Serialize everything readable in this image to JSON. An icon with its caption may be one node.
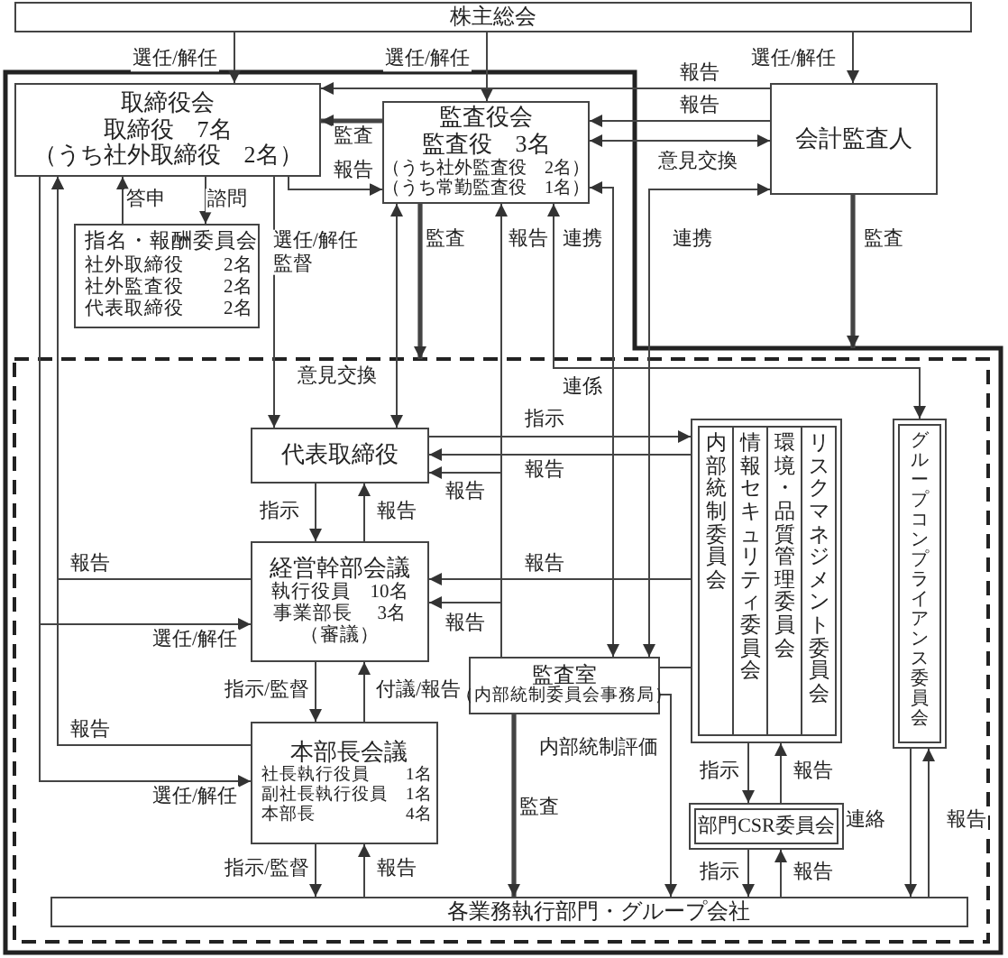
{
  "diagram": {
    "nodes": [
      {
        "text": [
          "株主総会"
        ]
      },
      {
        "text": [
          "取締役会",
          "取締役　7名",
          "（うち社外取締役　2名）"
        ]
      },
      {
        "text": [
          "監査役会",
          "監査役　3名",
          "（うち社外監査役　2名）",
          "（うち常勤監査役　1名）"
        ]
      },
      {
        "text": [
          "会計監査人"
        ]
      },
      {
        "text": [
          "指名・報酬委員会",
          "社外取締役　　2名",
          "社外監査役　　2名",
          "代表取締役　　2名"
        ]
      },
      {
        "text": [
          "代表取締役"
        ]
      },
      {
        "text": [
          "経営幹部会議",
          "執行役員　10名",
          "事業部長　 3名",
          "（審議）"
        ]
      },
      {
        "text": [
          "監査室",
          "（内部統制委員会事務局）"
        ]
      },
      {
        "text": [
          "本部長会議",
          "社長執行役員　　1名",
          "副社長執行役員　1名",
          "本部長　　　　　4名"
        ]
      },
      {
        "text": [],
        "shape": "box"
      },
      {
        "text": [
          "内部統制委員会"
        ],
        "in": 9
      },
      {
        "text": [
          "情報セキュリティ委員会"
        ],
        "in": 9
      },
      {
        "text": [
          "環境・品質管理委員会"
        ],
        "in": 9
      },
      {
        "text": [
          "リスクマネジメント委員会"
        ],
        "in": 9
      },
      {
        "text": [
          "グループコンプライアンス委員会"
        ]
      },
      {
        "text": [
          "部門CSR委員会"
        ]
      },
      {
        "text": [
          "各業務執行部門・グループ会社"
        ]
      }
    ],
    "edges": [
      {
        "from": 0,
        "to": 1,
        "arrow": "to",
        "label": "選任/解任"
      },
      {
        "from": 0,
        "to": 2,
        "arrow": "to",
        "label": "選任/解任"
      },
      {
        "from": 0,
        "to": 3,
        "arrow": "to",
        "label": "選任/解任"
      },
      {
        "from": 3,
        "to": 1,
        "arrow": "to",
        "label": "報告"
      },
      {
        "from": 2,
        "to": 1,
        "arrow": "to",
        "label": "監査",
        "style": "thick"
      },
      {
        "from": 1,
        "to": 2,
        "arrow": "to",
        "label": "報告"
      },
      {
        "from": 3,
        "to": 2,
        "arrow": "to",
        "label": "報告"
      },
      {
        "from": 2,
        "to": 3,
        "arrow": "both",
        "label": "意見交換"
      },
      {
        "from": 1,
        "to": 4,
        "arrow": "to",
        "label": "諮問"
      },
      {
        "from": 4,
        "to": 1,
        "arrow": "to",
        "label": "答申"
      },
      {
        "from": 1,
        "to": 5,
        "arrow": "to",
        "label": "選任/解任監督"
      },
      {
        "from": 2,
        "to": 5,
        "arrow": "both",
        "label": "意見交換"
      },
      {
        "from": 2,
        "to": null,
        "arrow": "to",
        "label": "監査",
        "style": "thick"
      },
      {
        "from": 7,
        "to": 2,
        "arrow": "to",
        "label": "報告"
      },
      {
        "from": 7,
        "to": 5,
        "arrow": "to",
        "label": "報告"
      },
      {
        "from": 7,
        "to": 6,
        "arrow": "to",
        "label": "報告"
      },
      {
        "from": 2,
        "to": 7,
        "arrow": "both",
        "label": "連携"
      },
      {
        "from": 3,
        "to": 7,
        "arrow": "both",
        "label": "連携"
      },
      {
        "from": 2,
        "to": 14,
        "arrow": "both",
        "label": "連係"
      },
      {
        "from": 5,
        "to": 9,
        "arrow": "to",
        "label": "指示"
      },
      {
        "from": 9,
        "to": 5,
        "arrow": "to",
        "label": "報告"
      },
      {
        "from": 9,
        "to": 6,
        "arrow": "to",
        "label": "報告"
      },
      {
        "from": 5,
        "to": 6,
        "arrow": "to",
        "label": "指示"
      },
      {
        "from": 6,
        "to": 5,
        "arrow": "to",
        "label": "報告"
      },
      {
        "from": 6,
        "to": 8,
        "arrow": "to",
        "label": "指示/監督"
      },
      {
        "from": 8,
        "to": 6,
        "arrow": "to",
        "label": "付議/報告"
      },
      {
        "from": 8,
        "to": 16,
        "arrow": "to",
        "label": "指示/監督"
      },
      {
        "from": 16,
        "to": 8,
        "arrow": "to",
        "label": "報告"
      },
      {
        "from": 1,
        "to": 6,
        "arrow": "to",
        "label": "選任/解任"
      },
      {
        "from": 1,
        "to": 8,
        "arrow": "to",
        "label": "選任/解任"
      },
      {
        "from": 6,
        "to": 1,
        "arrow": "to",
        "label": "報告"
      },
      {
        "from": 8,
        "to": 1,
        "arrow": "to",
        "label": "報告"
      },
      {
        "from": 7,
        "to": 9,
        "arrow": "none"
      },
      {
        "from": 7,
        "to": 16,
        "arrow": "to",
        "label": "内部統制評価"
      },
      {
        "from": 7,
        "to": 16,
        "arrow": "to",
        "label": "監査",
        "style": "thick"
      },
      {
        "from": 9,
        "to": 15,
        "arrow": "to",
        "label": "指示"
      },
      {
        "from": 15,
        "to": 9,
        "arrow": "to",
        "label": "報告"
      },
      {
        "from": 15,
        "to": 16,
        "arrow": "to",
        "label": "指示"
      },
      {
        "from": 16,
        "to": 15,
        "arrow": "to",
        "label": "報告"
      },
      {
        "from": 14,
        "to": 16,
        "arrow": "to",
        "label": "連絡"
      },
      {
        "from": 16,
        "to": 14,
        "arrow": "to",
        "label": "報告"
      },
      {
        "from": 3,
        "to": null,
        "arrow": "to",
        "label": "監査",
        "style": "thick"
      }
    ]
  }
}
